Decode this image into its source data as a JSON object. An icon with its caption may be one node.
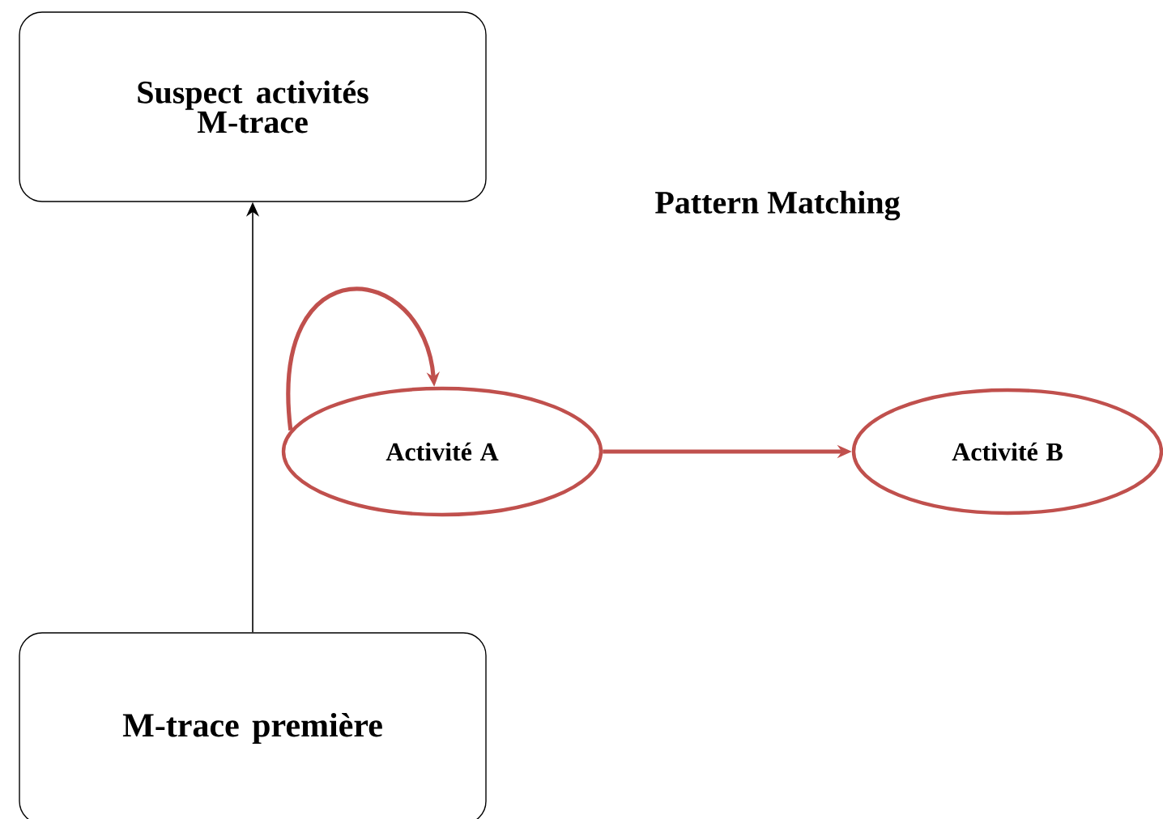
{
  "diagram": {
    "nodes": [
      {
        "text": [
          "Suspect activités M-trace"
        ]
      },
      {
        "text": [
          "Activité A"
        ]
      },
      {
        "text": [
          "Activité B"
        ]
      },
      {
        "text": [
          "M-trace première"
        ]
      }
    ],
    "edges": [
      {
        "from": 3,
        "to": 0,
        "arrow": "to",
        "color": "#000000"
      },
      {
        "from": 1,
        "to": 1,
        "arrow": "to"
      },
      {
        "from": 1,
        "to": 2,
        "arrow": "to"
      }
    ],
    "labels": [
      "Pattern Matching"
    ]
  }
}
